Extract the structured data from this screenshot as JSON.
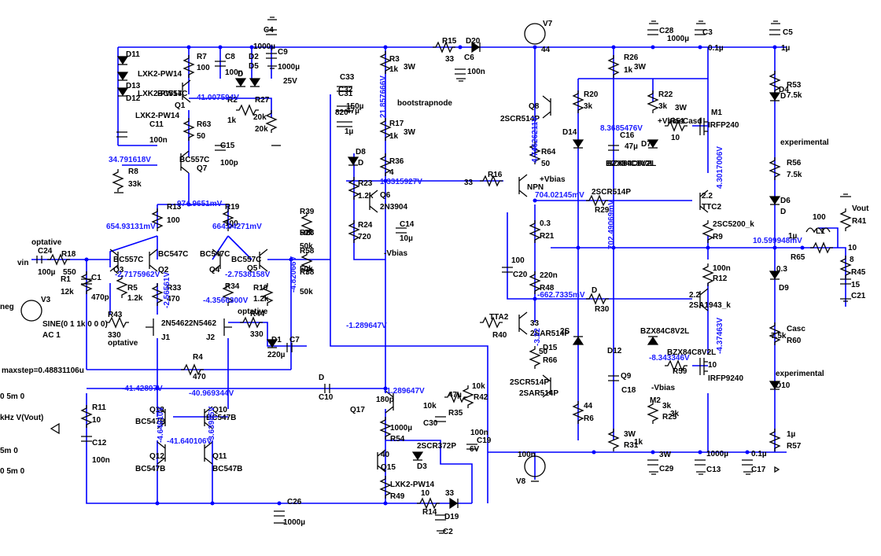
{
  "colors": {
    "wire": "#0000ff",
    "component": "#000000",
    "net_label": "#1a1aff",
    "background": "#ffffff"
  },
  "net_labels": [
    {
      "text": "974.9651mV"
    },
    {
      "text": "654.93131mV"
    },
    {
      "text": "664.04271mV"
    },
    {
      "text": "-2.7175962V"
    },
    {
      "text": "-2.7538158V"
    },
    {
      "text": "-4.3566300V"
    },
    {
      "text": "-41.42897V"
    },
    {
      "text": "-40.969344V"
    },
    {
      "text": "-41.640106V"
    },
    {
      "text": "34.791618V"
    },
    {
      "text": "41.007594V"
    },
    {
      "text": "1.3315927V"
    },
    {
      "text": "-1.289647V"
    },
    {
      "text": "-1.289647V"
    },
    {
      "text": "704.02145mV"
    },
    {
      "text": "-662.7335mV"
    },
    {
      "text": "8.3685476V"
    },
    {
      "text": "-8.343346V"
    },
    {
      "text": "10.599948mV"
    },
    {
      "text": "4.3017006V"
    },
    {
      "text": "-4.37463V"
    },
    {
      "text": "702.49069mV"
    },
    {
      "text": "21.857666V"
    },
    {
      "text": "4.74626211V"
    },
    {
      "text": "-2.56561V"
    },
    {
      "text": "-3.22"
    },
    {
      "text": "-4.64010V"
    },
    {
      "text": "-3.63985V"
    },
    {
      "text": "-4.82066V"
    }
  ],
  "labels": [
    {
      "text": "C4"
    },
    {
      "text": "1000µ"
    },
    {
      "text": "C9"
    },
    {
      "text": "1000µ"
    },
    {
      "text": "25V"
    },
    {
      "text": "D11"
    },
    {
      "text": "D13"
    },
    {
      "text": "D12"
    },
    {
      "text": "LXK2-PW14"
    },
    {
      "text": "LXK2-PW14"
    },
    {
      "text": "LXK2-PW14"
    },
    {
      "text": "C11"
    },
    {
      "text": "100n"
    },
    {
      "text": "R7"
    },
    {
      "text": "100"
    },
    {
      "text": "BC557C"
    },
    {
      "text": "Q1"
    },
    {
      "text": "C8"
    },
    {
      "text": "100n"
    },
    {
      "text": "D2"
    },
    {
      "text": "D5"
    },
    {
      "text": "D"
    },
    {
      "text": "R2"
    },
    {
      "text": "1k"
    },
    {
      "text": "R27"
    },
    {
      "text": "20k"
    },
    {
      "text": "20k"
    },
    {
      "text": "R63"
    },
    {
      "text": "50"
    },
    {
      "text": "C15"
    },
    {
      "text": "100p"
    },
    {
      "text": "R8"
    },
    {
      "text": "33k"
    },
    {
      "text": "BC557C"
    },
    {
      "text": "Q7"
    },
    {
      "text": "R13"
    },
    {
      "text": "100"
    },
    {
      "text": "R19"
    },
    {
      "text": "100"
    },
    {
      "text": "optative"
    },
    {
      "text": "vin"
    },
    {
      "text": "C24"
    },
    {
      "text": "100µ"
    },
    {
      "text": "R18"
    },
    {
      "text": "550"
    },
    {
      "text": "R1"
    },
    {
      "text": "12k"
    },
    {
      "text": "C1"
    },
    {
      "text": "470p"
    },
    {
      "text": "BC557C"
    },
    {
      "text": "Q3"
    },
    {
      "text": "BC547C"
    },
    {
      "text": "Q2"
    },
    {
      "text": "R5"
    },
    {
      "text": "1.2k"
    },
    {
      "text": "R33"
    },
    {
      "text": "470"
    },
    {
      "text": "Q4"
    },
    {
      "text": "BC547C"
    },
    {
      "text": "BC557C"
    },
    {
      "text": "Q5"
    },
    {
      "text": "R34"
    },
    {
      "text": "R10"
    },
    {
      "text": "1.2k"
    },
    {
      "text": "optative"
    },
    {
      "text": "R44"
    },
    {
      "text": "330"
    },
    {
      "text": "neg"
    },
    {
      "text": "V3"
    },
    {
      "text": "SINE(0 1 1k 0 0 0)"
    },
    {
      "text": "AC 1"
    },
    {
      "text": "R43"
    },
    {
      "text": "330"
    },
    {
      "text": "optative"
    },
    {
      "text": "2N5462"
    },
    {
      "text": "2N5462"
    },
    {
      "text": "J1"
    },
    {
      "text": "J2"
    },
    {
      "text": "D1"
    },
    {
      "text": "C7"
    },
    {
      "text": "220µ"
    },
    {
      "text": "R4"
    },
    {
      "text": "470"
    },
    {
      "text": "maxstep=0.48831106u"
    },
    {
      "text": "0 5m 0"
    },
    {
      "text": "kHz V(Vout)"
    },
    {
      "text": "5m 0"
    },
    {
      "text": "0 5m 0"
    },
    {
      "text": "R11"
    },
    {
      "text": "10"
    },
    {
      "text": "C12"
    },
    {
      "text": "100n"
    },
    {
      "text": "Q13"
    },
    {
      "text": "BC547B"
    },
    {
      "text": "Q10"
    },
    {
      "text": "BC547B"
    },
    {
      "text": "Q12"
    },
    {
      "text": "BC547B"
    },
    {
      "text": "Q11"
    },
    {
      "text": "BC547B"
    },
    {
      "text": "C26"
    },
    {
      "text": "1000µ"
    },
    {
      "text": "R39"
    },
    {
      "text": "50k"
    },
    {
      "text": "R28"
    },
    {
      "text": "50k"
    },
    {
      "text": "R58"
    },
    {
      "text": "50k"
    },
    {
      "text": "R38"
    },
    {
      "text": "50k"
    },
    {
      "text": "C33"
    },
    {
      "text": "C32"
    },
    {
      "text": "C31"
    },
    {
      "text": "150µ"
    },
    {
      "text": "47µ"
    },
    {
      "text": "820"
    },
    {
      "text": "1µ"
    },
    {
      "text": "bootstrapnode"
    },
    {
      "text": "D8"
    },
    {
      "text": "D"
    },
    {
      "text": "R23"
    },
    {
      "text": "1.2k"
    },
    {
      "text": "R24"
    },
    {
      "text": "720"
    },
    {
      "text": "Q6"
    },
    {
      "text": "2N3904"
    },
    {
      "text": "C14"
    },
    {
      "text": "10µ"
    },
    {
      "text": "-Vbias"
    },
    {
      "text": "R3"
    },
    {
      "text": "1k"
    },
    {
      "text": "3W"
    },
    {
      "text": "R17"
    },
    {
      "text": "1k"
    },
    {
      "text": "3W"
    },
    {
      "text": "R36"
    },
    {
      "text": "4"
    },
    {
      "text": "R15"
    },
    {
      "text": "33"
    },
    {
      "text": "D20"
    },
    {
      "text": "C6"
    },
    {
      "text": "100n"
    },
    {
      "text": "V7"
    },
    {
      "text": "44"
    },
    {
      "text": "C28"
    },
    {
      "text": "1000µ"
    },
    {
      "text": "C3"
    },
    {
      "text": "0.1µ"
    },
    {
      "text": "C5"
    },
    {
      "text": "1µ"
    },
    {
      "text": "R26"
    },
    {
      "text": "1k"
    },
    {
      "text": "3W"
    },
    {
      "text": "Q8"
    },
    {
      "text": "2SCR514P"
    },
    {
      "text": "R20"
    },
    {
      "text": "3k"
    },
    {
      "text": "R22"
    },
    {
      "text": "3k"
    },
    {
      "text": "3W"
    },
    {
      "text": "D14"
    },
    {
      "text": "R64"
    },
    {
      "text": "50"
    },
    {
      "text": "BZX84C8V2L"
    },
    {
      "text": "C16"
    },
    {
      "text": "47µ"
    },
    {
      "text": "D7"
    },
    {
      "text": "BZX84C8V2L"
    },
    {
      "text": "M1"
    },
    {
      "text": "IRFP240"
    },
    {
      "text": "R51"
    },
    {
      "text": "10"
    },
    {
      "text": "+Vbias"
    },
    {
      "text": "Casd"
    },
    {
      "text": "R53"
    },
    {
      "text": "7.5k"
    },
    {
      "text": "D4"
    },
    {
      "text": "D"
    },
    {
      "text": "experimental"
    },
    {
      "text": "R56"
    },
    {
      "text": "7.5k"
    },
    {
      "text": "D6"
    },
    {
      "text": "D"
    },
    {
      "text": "R16"
    },
    {
      "text": "33"
    },
    {
      "text": "+Vbias"
    },
    {
      "text": "NPN"
    },
    {
      "text": "2SCR514P"
    },
    {
      "text": "R29"
    },
    {
      "text": "2.2"
    },
    {
      "text": "TTC2"
    },
    {
      "text": "2SC5200_k"
    },
    {
      "text": "R9"
    },
    {
      "text": "0.3"
    },
    {
      "text": "R21"
    },
    {
      "text": "100"
    },
    {
      "text": "C20"
    },
    {
      "text": "220n"
    },
    {
      "text": "R48"
    },
    {
      "text": "100"
    },
    {
      "text": "L1"
    },
    {
      "text": "1µ"
    },
    {
      "text": "R65"
    },
    {
      "text": "10"
    },
    {
      "text": "Vout"
    },
    {
      "text": "R41"
    },
    {
      "text": "8"
    },
    {
      "text": "R45"
    },
    {
      "text": "15"
    },
    {
      "text": "C21"
    },
    {
      "text": "100n"
    },
    {
      "text": "R12"
    },
    {
      "text": "0.3"
    },
    {
      "text": "D9"
    },
    {
      "text": "D"
    },
    {
      "text": "R30"
    },
    {
      "text": "2.2"
    },
    {
      "text": "2SA1943_k"
    },
    {
      "text": "TTA2"
    },
    {
      "text": "R40"
    },
    {
      "text": "33"
    },
    {
      "text": "2SAR514P"
    },
    {
      "text": "2S"
    },
    {
      "text": "D15"
    },
    {
      "text": "R66"
    },
    {
      "text": "50"
    },
    {
      "text": "BZX84C8V2L"
    },
    {
      "text": "D12"
    },
    {
      "text": "BZX84C8V2L"
    },
    {
      "text": "R59"
    },
    {
      "text": "10"
    },
    {
      "text": "IRFP9240"
    },
    {
      "text": "M2"
    },
    {
      "text": "-Vbias"
    },
    {
      "text": "Casc"
    },
    {
      "text": "R60"
    },
    {
      "text": "7.5k"
    },
    {
      "text": "experimental"
    },
    {
      "text": "D10"
    },
    {
      "text": "D"
    },
    {
      "text": "C10"
    },
    {
      "text": "180p"
    },
    {
      "text": "Q17"
    },
    {
      "text": "2SCR514P"
    },
    {
      "text": "2SAR514P"
    },
    {
      "text": "Q9"
    },
    {
      "text": "C18"
    },
    {
      "text": "47µ"
    },
    {
      "text": "R35"
    },
    {
      "text": "10k"
    },
    {
      "text": "R42"
    },
    {
      "text": "10k"
    },
    {
      "text": "C30"
    },
    {
      "text": "100n"
    },
    {
      "text": "C19"
    },
    {
      "text": "6V"
    },
    {
      "text": "1000µ"
    },
    {
      "text": "R54"
    },
    {
      "text": "40"
    },
    {
      "text": "Q15"
    },
    {
      "text": "2SCR372P"
    },
    {
      "text": "D3"
    },
    {
      "text": "LXK2-PW14"
    },
    {
      "text": "R49"
    },
    {
      "text": "10"
    },
    {
      "text": "R14"
    },
    {
      "text": "33"
    },
    {
      "text": "D19"
    },
    {
      "text": "C2"
    },
    {
      "text": "100n"
    },
    {
      "text": "V8"
    },
    {
      "text": "44"
    },
    {
      "text": "R6"
    },
    {
      "text": "3k"
    },
    {
      "text": "R25"
    },
    {
      "text": "3k"
    },
    {
      "text": "3W"
    },
    {
      "text": "R31"
    },
    {
      "text": "1k"
    },
    {
      "text": "3W"
    },
    {
      "text": "C29"
    },
    {
      "text": "1000µ"
    },
    {
      "text": "C13"
    },
    {
      "text": "0.1µ"
    },
    {
      "text": "C17"
    },
    {
      "text": "1µ"
    },
    {
      "text": "R57"
    },
    {
      "text": "7.5k"
    }
  ]
}
